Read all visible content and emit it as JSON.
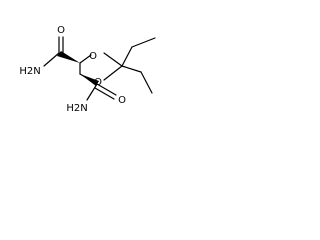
{
  "molecule": {
    "atoms": {
      "o_ring_top": "O",
      "o_ring_bottom": "O",
      "o_carbonyl_top": "O",
      "o_carbonyl_bottom": "O",
      "amine_top": "H2N",
      "amine_bottom": "H2N"
    }
  },
  "colors": {
    "bond": "#000000",
    "background": "#ffffff"
  }
}
